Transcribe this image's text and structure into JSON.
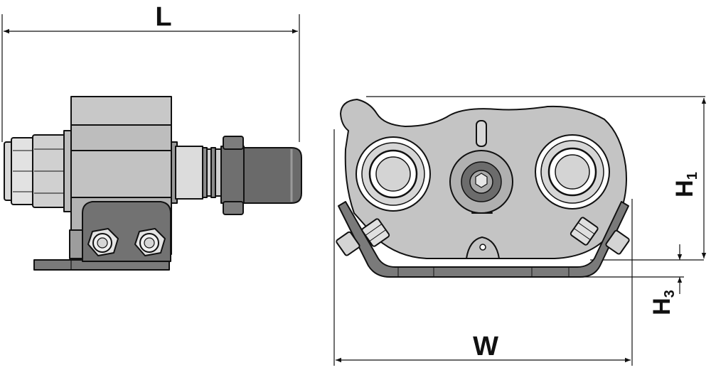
{
  "dimensions": {
    "length": "L",
    "width": "W",
    "height_1": {
      "base": "H",
      "sub": "1"
    },
    "height_3": {
      "base": "H",
      "sub": "3"
    }
  },
  "colors": {
    "outline": "#111111",
    "body_light": "#c4c4c4",
    "body_mid": "#a9a9a9",
    "body_dark": "#6f6f6f",
    "metal_light": "#e6e6e6"
  }
}
